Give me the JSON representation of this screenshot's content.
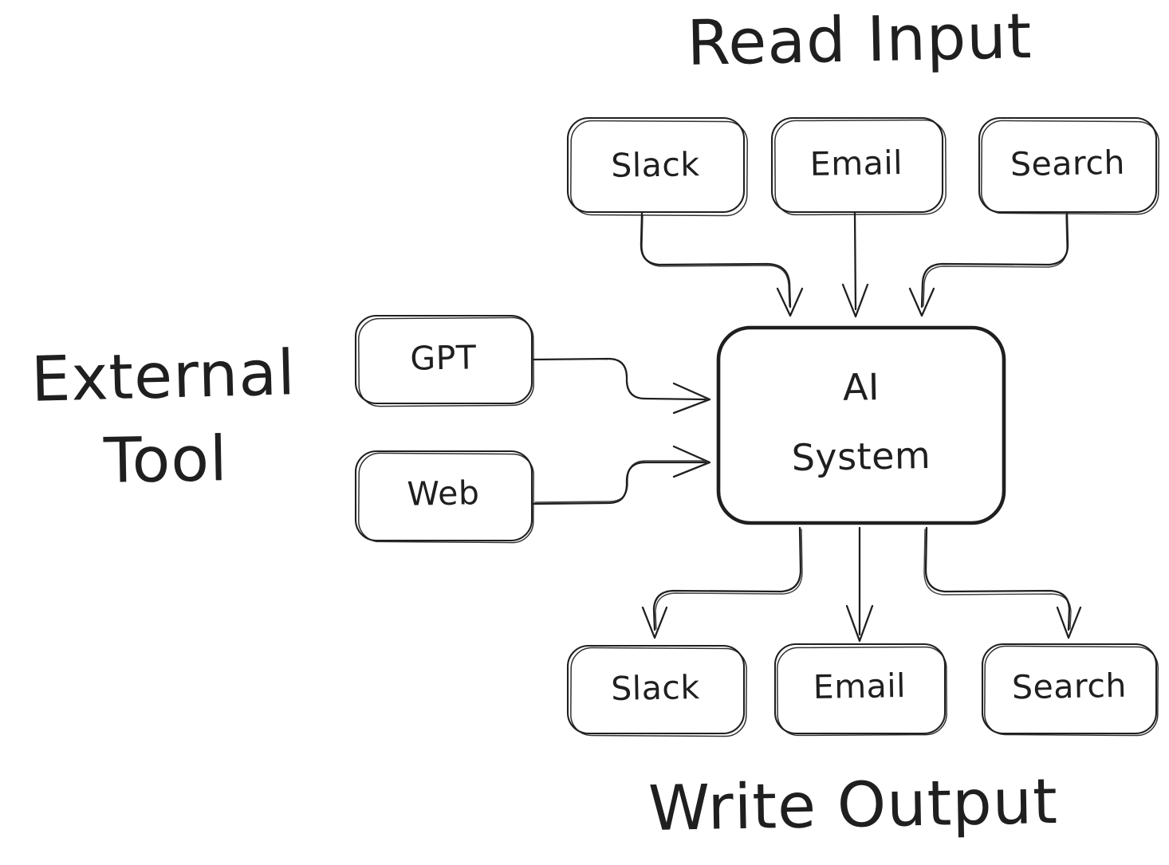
{
  "diagram": {
    "title_read_input": "Read Input",
    "title_write_output": "Write Output",
    "title_external_tool_line1": "External",
    "title_external_tool_line2": "Tool",
    "center": {
      "label_line1": "AI",
      "label_line2": "System"
    },
    "read_input_nodes": [
      {
        "label": "Slack"
      },
      {
        "label": "Email"
      },
      {
        "label": "Search"
      }
    ],
    "external_tool_nodes": [
      {
        "label": "GPT"
      },
      {
        "label": "Web"
      }
    ],
    "write_output_nodes": [
      {
        "label": "Slack"
      },
      {
        "label": "Email"
      },
      {
        "label": "Search"
      }
    ],
    "colors": {
      "ink": "#1f1f1f",
      "background": "#ffffff"
    }
  }
}
